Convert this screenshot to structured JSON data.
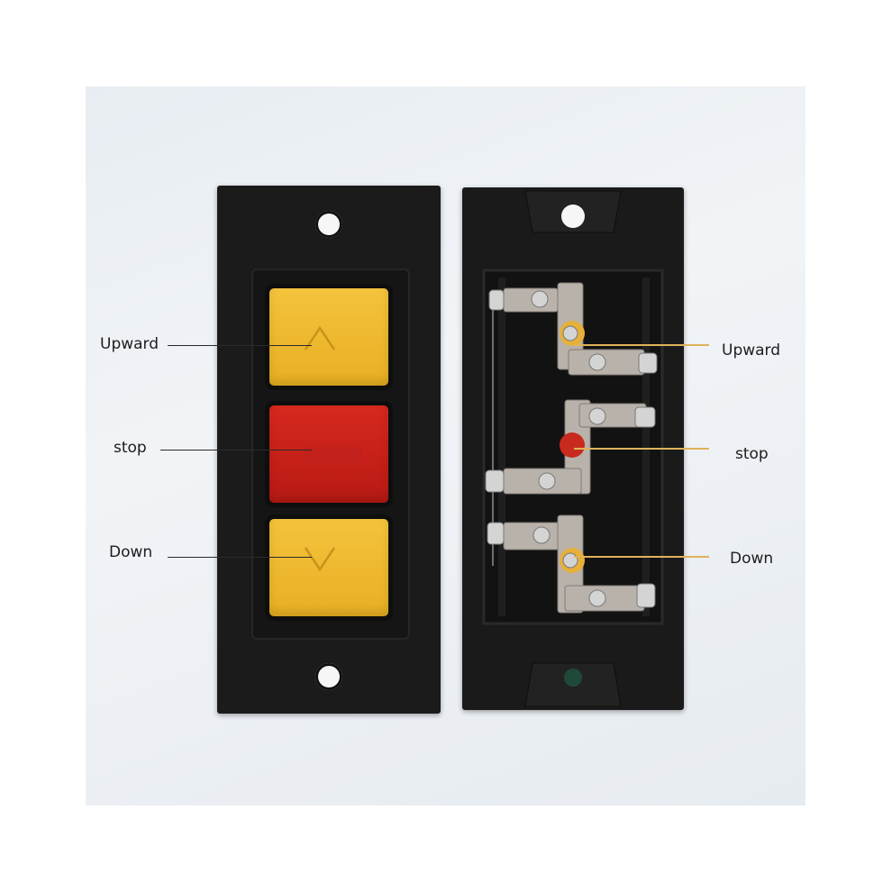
{
  "labels": {
    "left_up": "Upward",
    "left_stop": "stop",
    "left_down": "Down",
    "right_up": "Upward",
    "right_stop": "stop",
    "right_down": "Down"
  },
  "colors": {
    "button_yellow": "#f4c33d",
    "button_red": "#d6281e",
    "housing": "#1b1b1b",
    "terminal_metal": "#b9b2ab",
    "leader_right": "#e0b25a"
  },
  "icons": {
    "up_button": "arrow-up-icon",
    "down_button": "arrow-down-icon"
  }
}
